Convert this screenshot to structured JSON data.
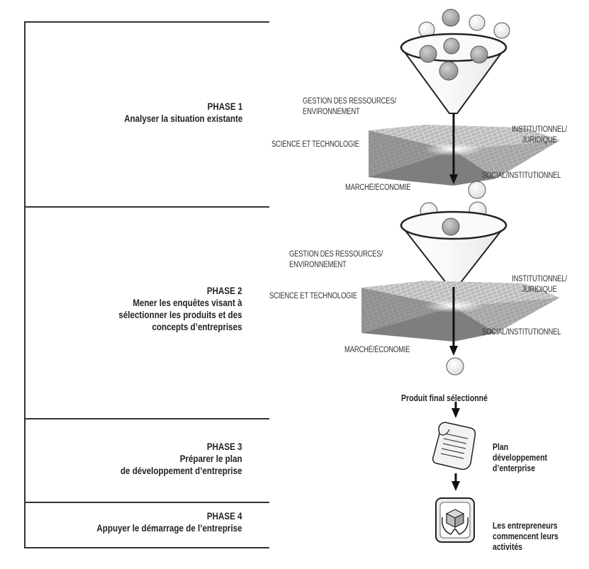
{
  "phases": [
    {
      "title": "PHASE 1",
      "desc": "Analyser la situation existante"
    },
    {
      "title": "PHASE 2",
      "desc": "Mener les enquêtes visant à\nsélectionner les produits et des\nconcepts d’entreprises"
    },
    {
      "title": "PHASE 3",
      "desc": "Préparer le plan\nde développement d’entreprise"
    },
    {
      "title": "PHASE 4",
      "desc": "Appuyer le démarrage de l’entreprise"
    }
  ],
  "filter_labels": {
    "resources": "GESTION DES RESSOURCES/\nENVIRONNEMENT",
    "science": "SCIENCE ET TECHNOLOGIE",
    "institutional": "INSTITUTIONNEL/\nJURIDIQUE",
    "social": "SOCIAL/INSTITUTIONNEL",
    "market": "MARCHÉ/ÉCONOMIE"
  },
  "outputs": {
    "selected_product": "Produit final sélectionné",
    "plan": "Plan\ndéveloppement\nd’enterprise",
    "entrepreneurs": "Les entrepreneurs\ncommencent leurs\nactivités"
  },
  "icons": [
    "funnel-icon",
    "ball-icon",
    "grid-pyramid-icon",
    "arrow-down-icon",
    "document-icon",
    "hands-box-icon"
  ],
  "colors": {
    "line": "#333333",
    "ball_gray": "#a6a6a6",
    "ball_white": "#f4f4f4",
    "pyramid_dark": "#8a8a8a",
    "pyramid_light": "#c8c8c8"
  }
}
